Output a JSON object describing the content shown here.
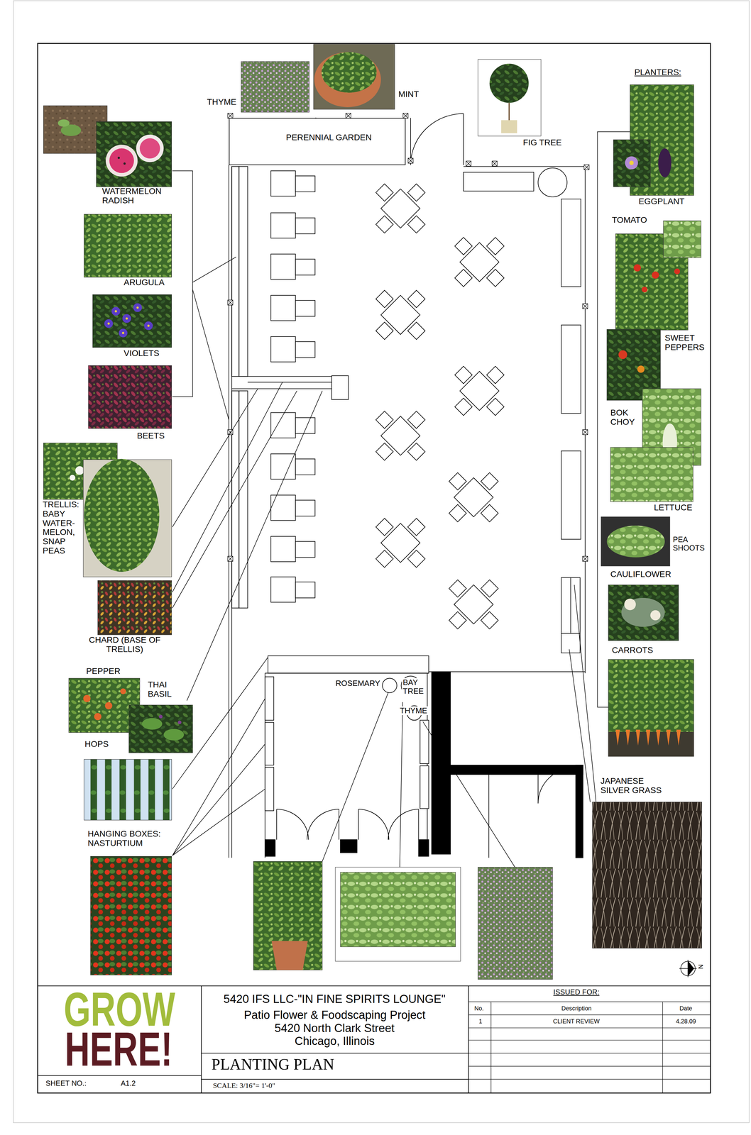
{
  "diagram": {
    "nodes": [
      {
        "text": [
          "PERENNIAL GARDEN"
        ]
      },
      {
        "text": [
          "GROW",
          "HERE!"
        ]
      },
      {
        "text": [
          "SHEET NO.:",
          "A1.2"
        ]
      },
      {
        "text": [
          "5420 IFS LLC-\"IN FINE SPIRITS LOUNGE\"",
          "Patio Flower & Foodscaping Project",
          "5420 North Clark Street",
          "Chicago, Illinois"
        ]
      },
      {
        "text": [
          "PLANTING PLAN"
        ]
      },
      {
        "text": [
          "SCALE: 3/16\"= 1'-0\""
        ]
      }
    ],
    "labels": [
      "THYME",
      "MINT",
      "FIG TREE",
      "PLANTERS:",
      "EGGPLANT",
      "TOMATO",
      "SWEET PEPPERS",
      "BOK CHOY",
      "LETTUCE",
      "PEA SHOOTS",
      "CAULIFLOWER",
      "CARROTS",
      "WATERMELON RADISH",
      "ARUGULA",
      "VIOLETS",
      "BEETS",
      "TRELLIS: BABY WATER-MELON, SNAP PEAS",
      "CHARD (BASE OF TRELLIS)",
      "PEPPER",
      "THAI BASIL",
      "HOPS",
      "HANGING BOXES: NASTURTIUM",
      "ROSEMARY",
      "BAY TREE",
      "THYME",
      "JAPANESE SILVER GRASS",
      "N",
      "ISSUED FOR:",
      "No.",
      "Description",
      "Date",
      "1",
      "CLIENT REVIEW",
      "4.28.09"
    ]
  }
}
